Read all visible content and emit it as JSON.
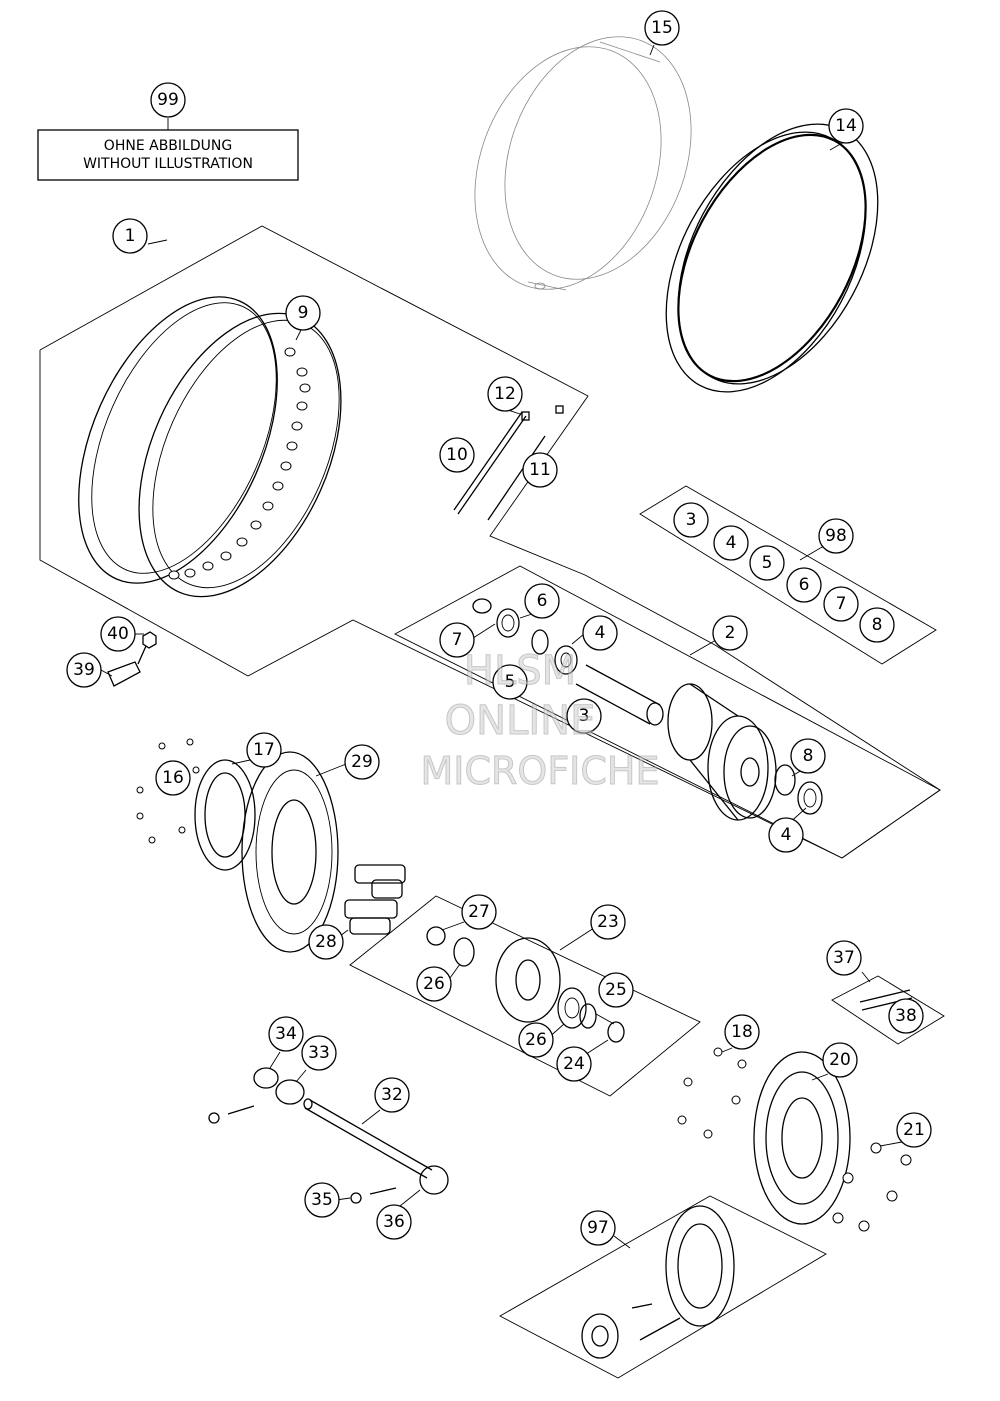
{
  "note": {
    "line1": "OHNE ABBILDUNG",
    "line2": "WITHOUT ILLUSTRATION"
  },
  "watermark": {
    "line1": "HLSM",
    "line2": "ONLINE",
    "line3": "MICROFICHE"
  },
  "callouts": {
    "n99": "99",
    "n15": "15",
    "n14": "14",
    "n1": "1",
    "n9": "9",
    "n12": "12",
    "n10": "10",
    "n11": "11",
    "n98": "98",
    "s3": "3",
    "s4": "4",
    "s5": "5",
    "s6": "6",
    "s7": "7",
    "s8": "8",
    "n2": "2",
    "h6": "6",
    "h7": "7",
    "h4": "4",
    "h5": "5",
    "h3": "3",
    "h8": "8",
    "h4b": "4",
    "n40": "40",
    "n39": "39",
    "n17": "17",
    "n16": "16",
    "n29": "29",
    "n28": "28",
    "n27": "27",
    "n23": "23",
    "n26a": "26",
    "n25": "25",
    "n26b": "26",
    "n24": "24",
    "n37": "37",
    "n38": "38",
    "n34": "34",
    "n33": "33",
    "n32": "32",
    "n35": "35",
    "n36": "36",
    "n18": "18",
    "n20": "20",
    "n21": "21",
    "n97": "97"
  }
}
